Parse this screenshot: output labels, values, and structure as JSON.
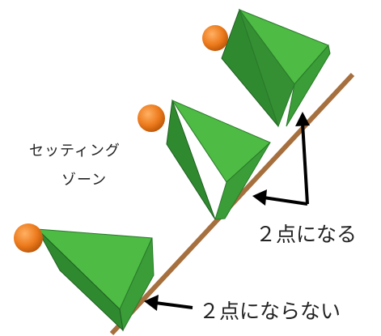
{
  "labels": {
    "zone_line1": "セッティング",
    "zone_line2": "ゾーン",
    "two_points": "２点になる",
    "not_two_points": "２点にならない"
  },
  "colors": {
    "rail": "#a66f3e",
    "pyramid_light": "#4dbb44",
    "pyramid_mid": "#3a9d37",
    "pyramid_dark": "#2b7a2c",
    "ball": "#ec7a1c",
    "arrow": "#000000"
  }
}
